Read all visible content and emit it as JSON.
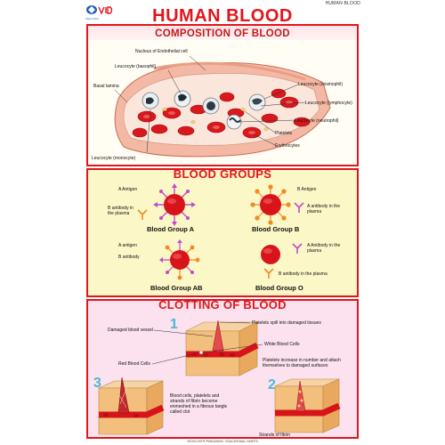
{
  "header": {
    "logo_text": "Vidya Chitr",
    "corner_label": "HUMAN BLOOD",
    "title": "HUMAN BLOOD"
  },
  "composition": {
    "title": "COMPOSITION OF BLOOD",
    "labels": {
      "endothelial": "Nucleus of Endothelial cell",
      "basophil": "Leucocyte (basophil)",
      "basal": "Basal lamina",
      "eosinophil": "Leucocyte (eosinophil)",
      "lymphocyte": "Leucocyte (lymphocyte)",
      "neutrophil": "Leucocyte (neutrophil)",
      "platelets": "Platelets",
      "erythrocytes": "Erythrocytes",
      "monocyte": "Leucocyte (monocyte)"
    }
  },
  "groups": {
    "title": "BLOOD GROUPS",
    "a": {
      "antigen": "A Antigen",
      "antibody": "B antibody in the plasma",
      "name": "Blood Group A"
    },
    "b": {
      "antigen": "B Antigen",
      "antibody": "A antibody in the plasma",
      "name": "Blood Group B"
    },
    "ab": {
      "antigen_a": "A antigen",
      "antigen_b": "B antibody",
      "name": "Blood Group AB"
    },
    "o": {
      "antibody_a": "A Antibody in the plasma",
      "antibody_b": "B antibody in the plasma",
      "name": "Blood Group O"
    },
    "colors": {
      "a_antigen": "#c24bc9",
      "b_antigen": "#f08a24",
      "cell": "#d8141b"
    }
  },
  "clotting": {
    "title": "CLOTTING OF BLOOD",
    "step1": "1",
    "step2": "2",
    "step3": "3",
    "labels": {
      "damaged": "Damaged blood vessel",
      "spill": "Platelets spill into damaged tissues",
      "white": "White Blood Cells",
      "red": "Red Blood Cells",
      "increase": "Platelets increase in number and attach themselves to damaged surfaces",
      "fibrin_net": "Blood cells, platelets and strands of fibrin become enmeshed in a fibrous tangle called clot",
      "strands": "Strands of fibrin"
    }
  },
  "footer": "VIDYA CHITR PRAKASHAN · EDUCATIONAL CHARTS"
}
